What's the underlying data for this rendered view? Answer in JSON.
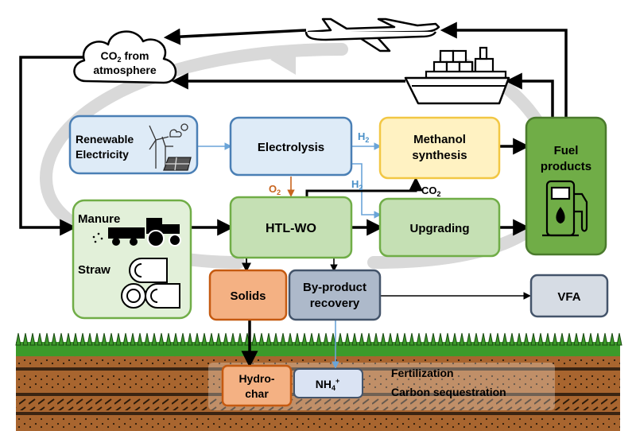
{
  "nodes": {
    "co2_atmosphere": {
      "line1": "CO",
      "sub": "2",
      "line1_rest": " from",
      "line2": "atmosphere"
    },
    "renewable": {
      "line1": "Renewable",
      "line2": "Electricity"
    },
    "electrolysis": {
      "label": "Electrolysis"
    },
    "methanol": {
      "line1": "Methanol",
      "line2": "synthesis"
    },
    "fuel_products": {
      "line1": "Fuel",
      "line2": "products"
    },
    "biomass": {
      "manure": "Manure",
      "straw": "Straw"
    },
    "htlwo": {
      "label": "HTL-WO"
    },
    "upgrading": {
      "label": "Upgrading"
    },
    "solids": {
      "label": "Solids"
    },
    "byproduct": {
      "line1": "By-product",
      "line2": "recovery"
    },
    "vfa": {
      "label": "VFA"
    },
    "hydrochar": {
      "line1": "Hydro-",
      "line2": "char"
    },
    "nh4": {
      "base": "NH",
      "sub": "4",
      "sup": "+"
    }
  },
  "edge_labels": {
    "h2_top": {
      "base": "H",
      "sub": "2"
    },
    "h2_mid": {
      "base": "H",
      "sub": "2"
    },
    "o2": {
      "base": "O",
      "sub": "2"
    },
    "co2": {
      "base": "CO",
      "sub": "2"
    }
  },
  "soil_labels": {
    "fertilization": "Fertilization",
    "carbon": "Carbon sequestration"
  },
  "colors": {
    "blue_box_fill": "#deebf7",
    "blue_box_stroke": "#4a7fb5",
    "yellow_fill": "#fff2c2",
    "yellow_stroke": "#f2c744",
    "light_green_fill": "#c5e0b4",
    "light_green_stroke": "#70ad47",
    "dark_green_fill": "#70ad47",
    "dark_green_stroke": "#4a7a2c",
    "orange_fill": "#f4b183",
    "orange_stroke": "#c55a11",
    "gray_fill": "#adb9ca",
    "gray_stroke": "#44546a",
    "soil": "#a0602a",
    "grass": "#3c9a2a",
    "h2_arrow": "#6aa4d8",
    "o2_arrow": "#c8641e"
  }
}
